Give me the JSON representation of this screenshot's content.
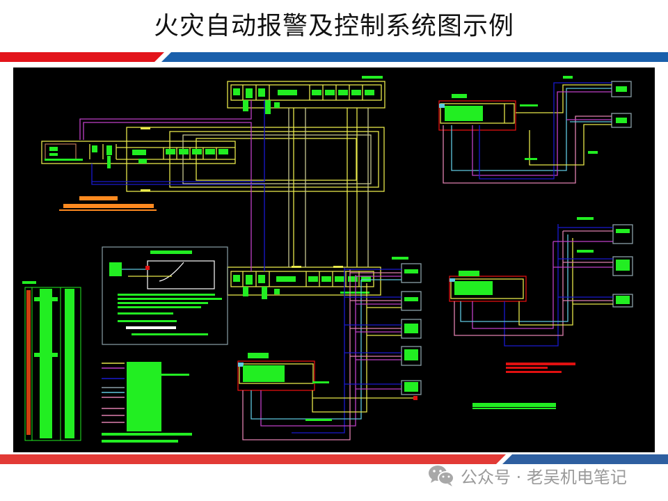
{
  "slide": {
    "title": "火灾自动报警及控制系统图示例",
    "colors": {
      "stripe_red": "#e3141b",
      "stripe_blue": "#1a5fab",
      "bottom_red": "#e23a36",
      "bottom_blue": "#2e5fa0",
      "canvas_bg": "#000000"
    }
  },
  "drawing": {
    "description": "CAD fire alarm and control system diagram (text illegible at screenshot resolution)",
    "line_colors": {
      "yellow": "#e8e84a",
      "magenta": "#c040c8",
      "blue": "#1a1ad0",
      "cyan": "#60c8e0",
      "pink": "#e080b0",
      "green_text": "#22ee22",
      "orange_text": "#ff8a20",
      "red": "#e01010",
      "gray_box": "#8aa0a8"
    },
    "bottom_right_caption": "火灾自动报警及控制系统图"
  },
  "watermark": {
    "icon": "wechat-icon",
    "text": "公众号 · 老吴机电笔记"
  }
}
